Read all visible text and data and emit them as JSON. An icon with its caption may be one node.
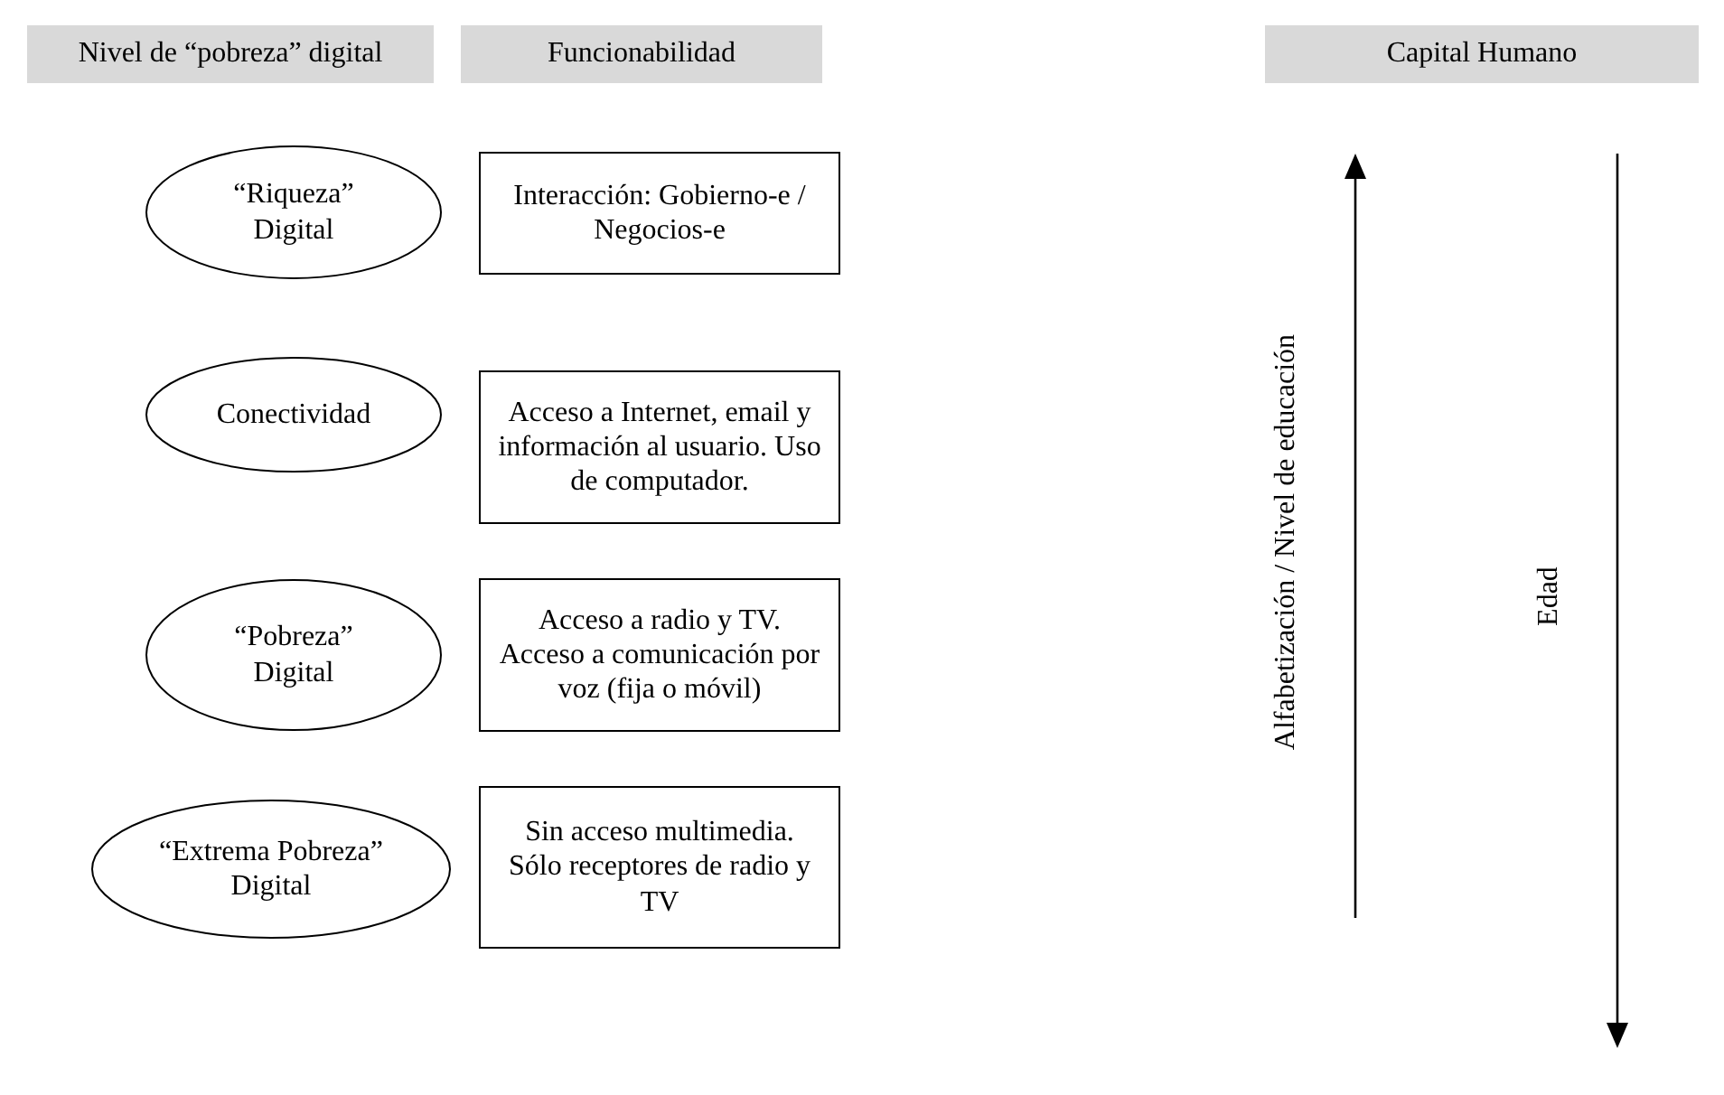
{
  "diagram": {
    "nodes": [
      {
        "text": [
          "Nivel de “pobreza” digital"
        ]
      },
      {
        "text": [
          "Funcionabilidad"
        ]
      },
      {
        "text": [
          "Capital Humano"
        ]
      },
      {
        "text": [
          "“Riqueza” Digital"
        ]
      },
      {
        "text": [
          "Interacción: Gobierno-e / Negocios-e"
        ]
      },
      {
        "text": [
          "Conectividad"
        ]
      },
      {
        "text": [
          "Acceso a Internet, email y información al usuario. Uso de computador."
        ]
      },
      {
        "text": [
          "“Pobreza” Digital"
        ]
      },
      {
        "text": [
          "Acceso a radio y TV. Acceso a comunicación por voz (fija o móvil)"
        ]
      },
      {
        "text": [
          "“Extrema Pobreza” Digital"
        ]
      },
      {
        "text": [
          "Sin acceso multimedia. Sólo receptores de radio y TV"
        ]
      }
    ],
    "labels": [
      "Alfabetización / Nivel de educación",
      "Edad"
    ]
  }
}
